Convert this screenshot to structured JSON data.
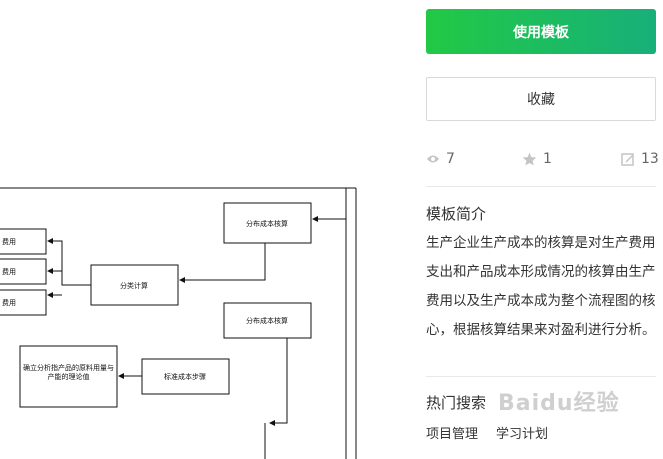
{
  "sidebar": {
    "use_template_label": "使用模板",
    "favorite_label": "收藏",
    "stats": {
      "views": "7",
      "stars": "1",
      "edits": "13"
    },
    "intro_title": "模板简介",
    "intro_text": "生产企业生产成本的核算是对生产费用支出和产品成本形成情况的核算由生产费用以及生产成本成为整个流程图的核心，根据核算结果来对盈利进行分析。",
    "hot_title": "热门搜索",
    "hot_tags": [
      "项目管理",
      "学习计划"
    ]
  },
  "diagram": {
    "nodes": {
      "cost_accounting": "分布成本核算",
      "category_calc": "分类计算",
      "cost_accounting2": "分布成本核算",
      "standard_cost": "标准成本步骤",
      "establish_standard": "确立分析指产品的原料用量与产能的理论值",
      "fee_1": "费用",
      "fee_2": "费用",
      "fee_3": "费用"
    }
  },
  "watermark": "Baidu经验",
  "colors": {
    "primary_start": "#22c944",
    "primary_end": "#17b07a",
    "text": "#333333",
    "muted": "#666666",
    "border": "#d9d9d9"
  }
}
